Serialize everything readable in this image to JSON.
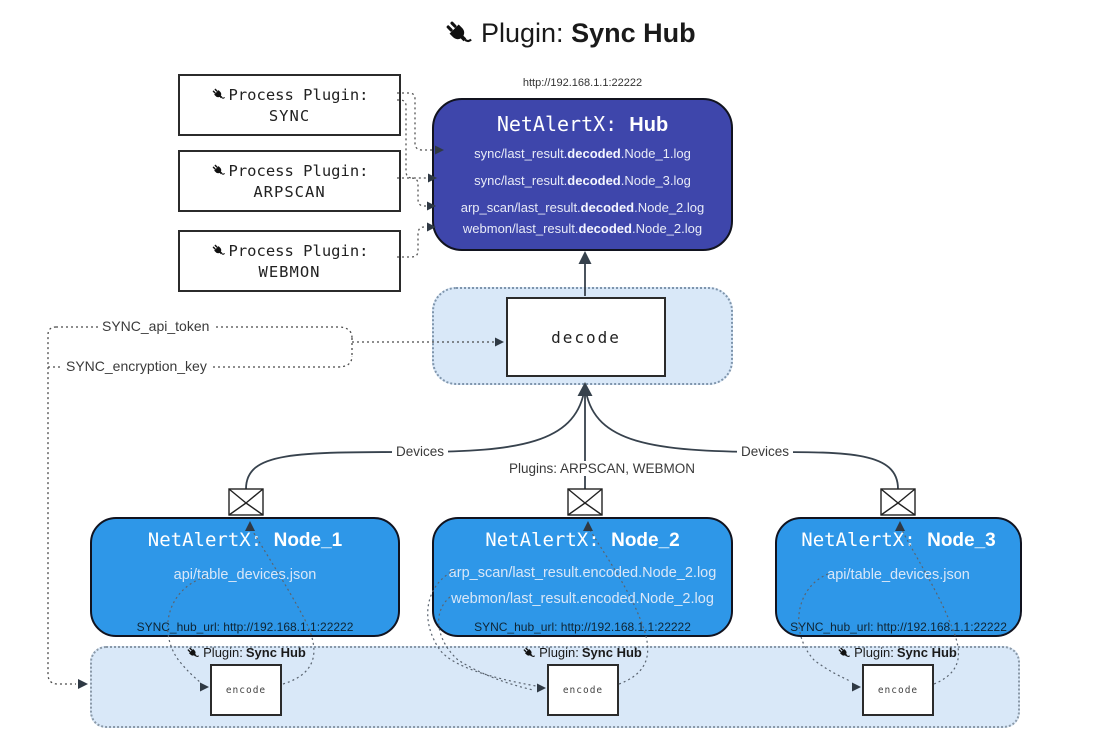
{
  "title": {
    "prefix": "Plugin:",
    "name": "Sync Hub"
  },
  "icons": {
    "plug": "plug-icon",
    "envelope": "envelope-icon"
  },
  "colors": {
    "hub_fill": "#3e46ab",
    "node_fill": "#2e97e8",
    "band_fill": "#d9e8f8",
    "solid_line": "#37424d",
    "dotted_line": "#555555",
    "box_border": "#2b2b2b"
  },
  "process_plugins": [
    {
      "label": "Process Plugin:",
      "name": "SYNC"
    },
    {
      "label": "Process Plugin:",
      "name": "ARPSCAN"
    },
    {
      "label": "Process Plugin:",
      "name": "WEBMON"
    }
  ],
  "hub": {
    "url": "http://192.168.1.1:22222",
    "title_prefix": "NetAlertX:",
    "title_name": "Hub",
    "lines": [
      {
        "pre": "sync/last_result.",
        "bold": "decoded",
        "post": ".Node_1.log"
      },
      {
        "pre": "sync/last_result.",
        "bold": "decoded",
        "post": ".Node_3.log"
      },
      {
        "pre": "arp_scan/last_result.",
        "bold": "decoded",
        "post": ".Node_2.log"
      },
      {
        "pre": "webmon/last_result.",
        "bold": "decoded",
        "post": ".Node_2.log"
      }
    ]
  },
  "decode": {
    "label": "decode"
  },
  "keys": {
    "api_token": "SYNC_api_token",
    "encryption_key": "SYNC_encryption_key"
  },
  "edges": {
    "devices_left": "Devices",
    "devices_right": "Devices",
    "plugins_mid": "Plugins: ARPSCAN, WEBMON"
  },
  "nodes": [
    {
      "title_prefix": "NetAlertX:",
      "title_name": "Node_1",
      "files": [
        "api/table_devices.json"
      ],
      "hub_url": "SYNC_hub_url: http://192.168.1.1:22222"
    },
    {
      "title_prefix": "NetAlertX:",
      "title_name": "Node_2",
      "files": [
        "arp_scan/last_result.encoded.Node_2.log",
        "webmon/last_result.encoded.Node_2.log"
      ],
      "hub_url": "SYNC_hub_url: http://192.168.1.1:22222"
    },
    {
      "title_prefix": "NetAlertX:",
      "title_name": "Node_3",
      "files": [
        "api/table_devices.json"
      ],
      "hub_url": "SYNC_hub_url: http://192.168.1.1:22222"
    }
  ],
  "encode_band": {
    "plugin_prefix": "Plugin:",
    "plugin_name": "Sync Hub",
    "encode_label": "encode"
  }
}
